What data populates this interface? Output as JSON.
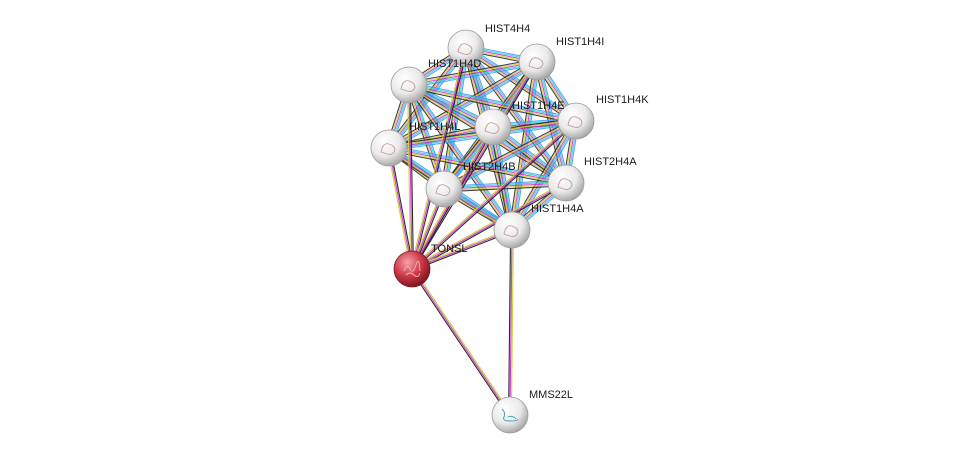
{
  "nodes": [
    {
      "id": "HIST4H4",
      "label": "HIST4H4",
      "type": "histone"
    },
    {
      "id": "HIST1H4I",
      "label": "HIST1H4I",
      "type": "histone"
    },
    {
      "id": "HIST1H4D",
      "label": "HIST1H4D",
      "type": "histone"
    },
    {
      "id": "HIST1H4E",
      "label": "HIST1H4E",
      "type": "histone"
    },
    {
      "id": "HIST1H4K",
      "label": "HIST1H4K",
      "type": "histone"
    },
    {
      "id": "HIST1H4L",
      "label": "HIST1H4L",
      "type": "histone"
    },
    {
      "id": "HIST2H4B",
      "label": "HIST2H4B",
      "type": "histone"
    },
    {
      "id": "HIST2H4A",
      "label": "HIST2H4A",
      "type": "histone"
    },
    {
      "id": "HIST1H4A",
      "label": "HIST1H4A",
      "type": "histone"
    },
    {
      "id": "TONSL",
      "label": "TONSL",
      "type": "query"
    },
    {
      "id": "MMS22L",
      "label": "MMS22L",
      "type": "partner"
    }
  ],
  "edge_colors": {
    "dense": [
      "#3399ff",
      "#33cccc",
      "#cc33cc",
      "#cccc33",
      "#222222"
    ],
    "sparse": [
      "#cccc33",
      "#cc33cc",
      "#222222"
    ]
  },
  "node_colors": {
    "histone": "#e9e9e9",
    "query": "#c8313f",
    "partner": "#e9e9e9"
  }
}
